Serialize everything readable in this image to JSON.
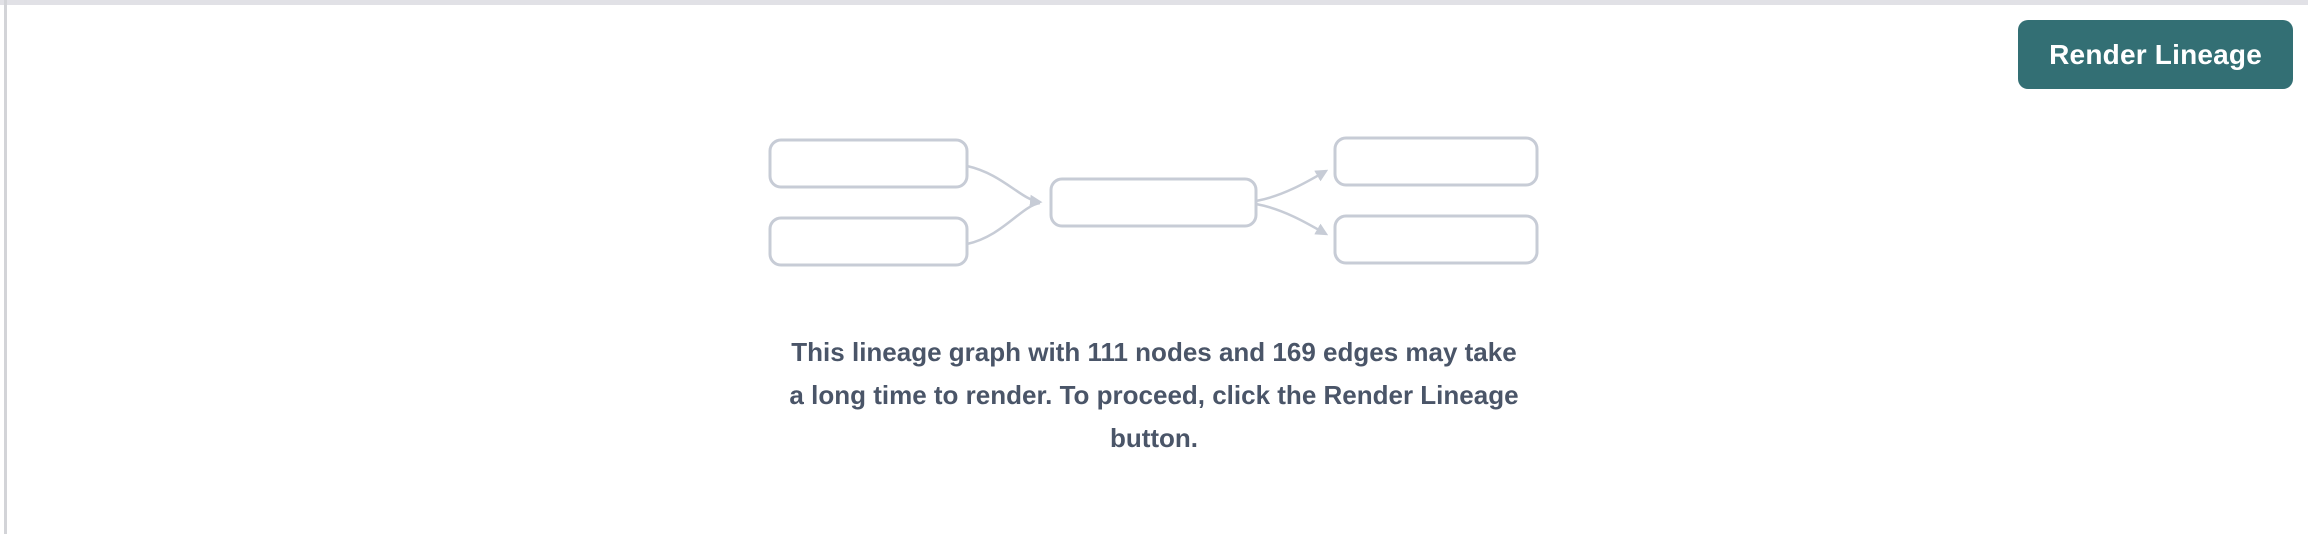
{
  "toolbar": {
    "render_lineage_button": "Render Lineage"
  },
  "placeholder": {
    "message_lines": [
      "This lineage graph with 111 nodes and 169 edges may take",
      "a long time to render. To proceed, click the Render Lineage",
      "button."
    ],
    "full_message": "This lineage graph with 111 nodes and 169 edges may take a long time to render. To proceed, click the Render Lineage button.",
    "node_count": "111",
    "edge_count": "169"
  },
  "colors": {
    "accent_teal": "#336F74",
    "button_text": "#FFFFFF",
    "message_text": "#4A5568",
    "diagram_stroke": "#C7CCD6",
    "top_border": "#E1E1E6",
    "side_border": "#D3D4D8",
    "background": "#FFFFFF"
  }
}
